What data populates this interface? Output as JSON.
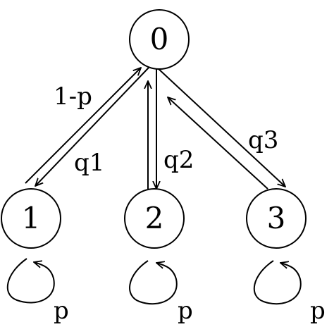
{
  "nodes": {
    "n0": "0",
    "n1": "1",
    "n2": "2",
    "n3": "3"
  },
  "edges": {
    "e10": "1-p",
    "e01": "q1",
    "e02": "q2",
    "e03": "q3",
    "loop1": "p",
    "loop2": "p",
    "loop3": "p"
  },
  "colors": {
    "stroke": "#000000",
    "background": "#ffffff"
  }
}
